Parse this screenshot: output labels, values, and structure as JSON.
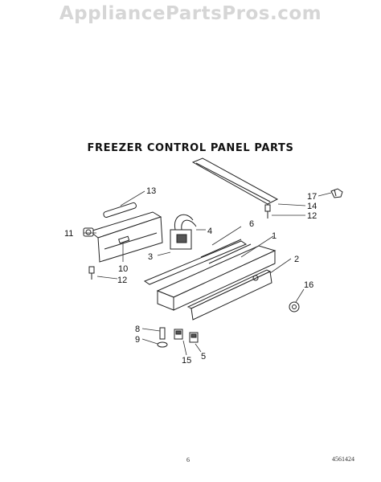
{
  "watermark": "AppliancePartsPros.com",
  "title": "FREEZER CONTROL PANEL PARTS",
  "callouts": [
    "1",
    "2",
    "3",
    "4",
    "5",
    "6",
    "8",
    "9",
    "10",
    "11",
    "12",
    "12",
    "13",
    "14",
    "15",
    "16",
    "17"
  ],
  "footer": {
    "page_number": "6",
    "document_code": "4561424"
  }
}
